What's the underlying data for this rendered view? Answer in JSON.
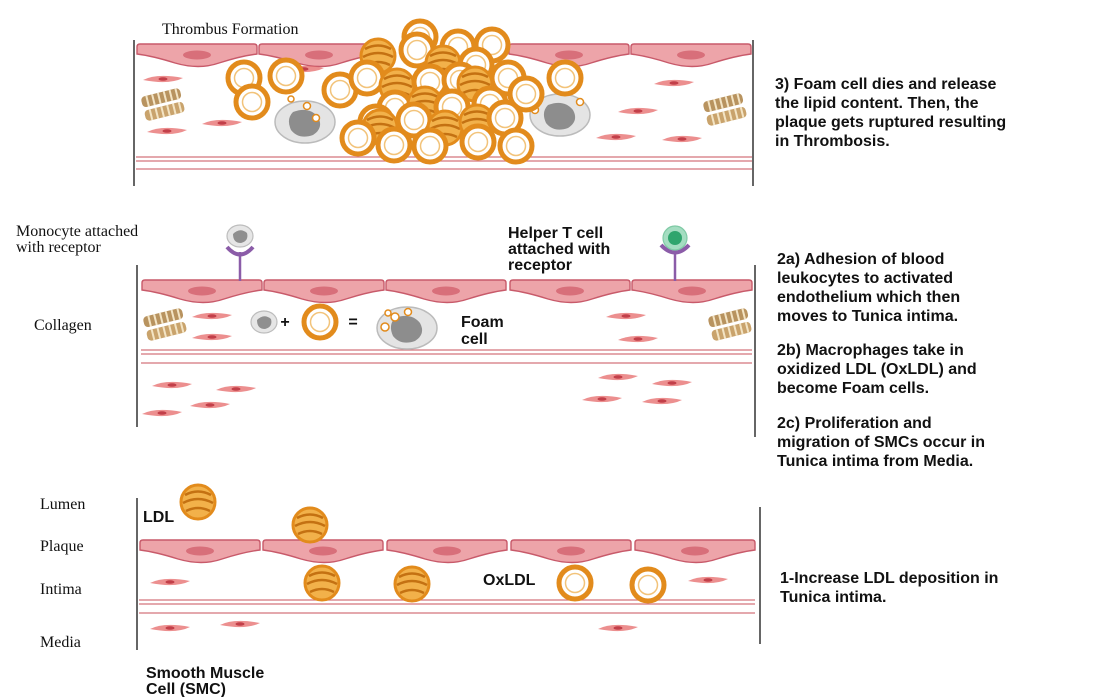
{
  "colors": {
    "endothelium": "#eda4a9",
    "endothelium_edge": "#c85a6a",
    "nucleus": "#d86f7a",
    "smc": "#e56a6a",
    "ldl_fill": "#f2b14a",
    "ldl_ring": "#e28b1c",
    "collagen": "#b8935f",
    "macrophage": "#c8c8c8",
    "receptor": "#8b5ca8",
    "tcell": "#4fc48f"
  },
  "icons": [
    "ldl-particle-icon",
    "oxldl-particle-icon",
    "monocyte-icon",
    "helper-t-cell-icon",
    "macrophage-icon",
    "foam-cell-icon",
    "collagen-icon",
    "smooth-muscle-cell-icon",
    "endothelial-cell-icon",
    "receptor-icon"
  ],
  "panel_top": {
    "title": "Thrombus Formation",
    "note_lines": [
      "3) Foam cell dies and release",
      "the lipid content. Then, the",
      "plaque gets ruptured resulting",
      "in Thrombosis."
    ]
  },
  "panel_middle": {
    "monocyte_label": [
      "Monocyte attached",
      "with receptor"
    ],
    "tcell_label": [
      "Helper T cell",
      "attached with",
      "receptor"
    ],
    "collagen_label": "Collagen",
    "plus_sign": "+",
    "equals_sign": "=",
    "foam_label": [
      "Foam",
      "cell"
    ],
    "notes": [
      [
        "2a) Adhesion of blood",
        "leukocytes to activated",
        "endothelium which then",
        "moves to Tunica intima."
      ],
      [
        "2b) Macrophages take in",
        "oxidized LDL (OxLDL) and",
        "become Foam cells."
      ],
      [
        "2c) Proliferation and",
        "migration of SMCs occur in",
        "Tunica intima from Media."
      ]
    ]
  },
  "panel_bottom": {
    "layer_labels": [
      "Lumen",
      "Plaque",
      "Intima",
      "Media"
    ],
    "ldl_label": "LDL",
    "oxldl_label": "OxLDL",
    "smc_label": [
      "Smooth Muscle",
      "Cell (SMC)"
    ],
    "note_lines": [
      "1-Increase LDL deposition in",
      "Tunica intima."
    ]
  }
}
